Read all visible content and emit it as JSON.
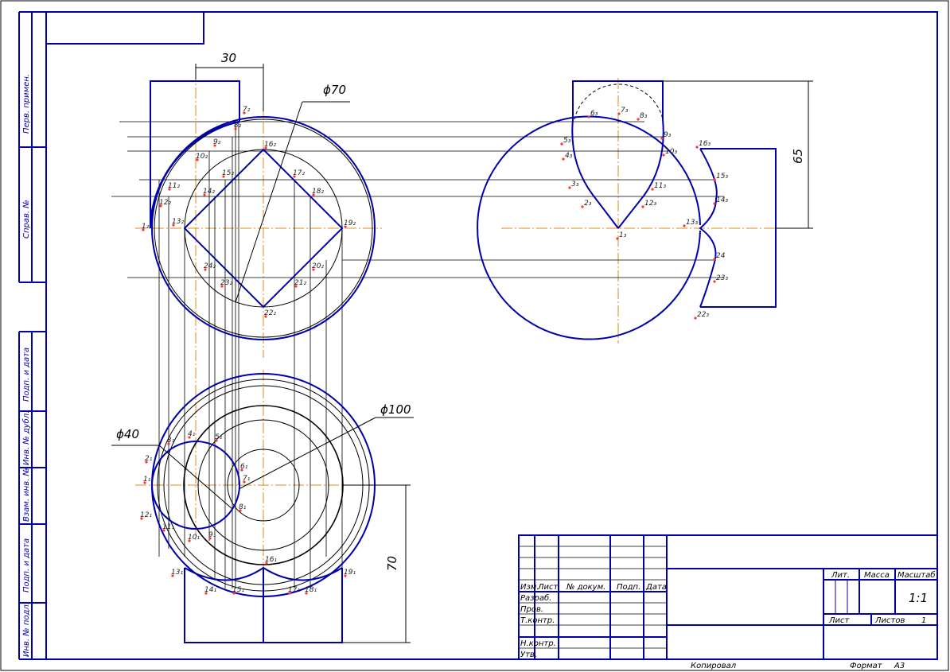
{
  "colors": {
    "frame": "#0000aa",
    "thin": "#000000",
    "axis": "#e08a1e",
    "points": "#ff3333"
  },
  "dimensions": {
    "d30": "30",
    "d70_diam": "ϕ70",
    "d65": "65",
    "d100_diam": "ϕ100",
    "d40_diam": "ϕ40",
    "d70_len": "70"
  },
  "side_stamp": {
    "perv_primen": "Перв. примен.",
    "sprav_no": "Справ. №",
    "podp_data_top": "Подп. и дата",
    "inv_dubl": "Инв. № дубл.",
    "vzam_inv": "Взам. инв. №",
    "podp_data_bottom": "Подп. и дата",
    "inv_podl": "Инв. № подл."
  },
  "title_block": {
    "izm": "Изм.",
    "list": "Лист",
    "n_dokum": "№ докум.",
    "podp": "Подп.",
    "data": "Дата",
    "razrab": "Разраб.",
    "prov": "Пров.",
    "tkontr": "Т.контр.",
    "nkontr": "Н.контр.",
    "utv": "Утв.",
    "lit": "Лит.",
    "massa": "Масса",
    "masshtab": "Масштаб",
    "scale_value": "1:1",
    "sheet_label": "Лист",
    "sheets_label": "Листов",
    "sheets_value": "1"
  },
  "footer": {
    "kopiroval": "Копировал",
    "format_label": "Формат",
    "format_value": "A3"
  },
  "front_view_points": [
    {
      "id": "1₂"
    },
    {
      "id": "7₂"
    },
    {
      "id": "8₂"
    },
    {
      "id": "9₂"
    },
    {
      "id": "10₂"
    },
    {
      "id": "11₂"
    },
    {
      "id": "12₂"
    },
    {
      "id": "13₂"
    },
    {
      "id": "14₂"
    },
    {
      "id": "15₂"
    },
    {
      "id": "16₂"
    },
    {
      "id": "17₂"
    },
    {
      "id": "18₂"
    },
    {
      "id": "19₂"
    },
    {
      "id": "20₂"
    },
    {
      "id": "21₂"
    },
    {
      "id": "22₂"
    },
    {
      "id": "23₂"
    },
    {
      "id": "24₂"
    }
  ],
  "side_view_points": [
    {
      "id": "1₃"
    },
    {
      "id": "2₃"
    },
    {
      "id": "3₃"
    },
    {
      "id": "4₃"
    },
    {
      "id": "5₃"
    },
    {
      "id": "6₃"
    },
    {
      "id": "7₃"
    },
    {
      "id": "8₃"
    },
    {
      "id": "9₃"
    },
    {
      "id": "10₃"
    },
    {
      "id": "11₃"
    },
    {
      "id": "12₃"
    },
    {
      "id": "13₃"
    },
    {
      "id": "14₃"
    },
    {
      "id": "15₃"
    },
    {
      "id": "16₃"
    },
    {
      "id": "22₃"
    },
    {
      "id": "23₃"
    },
    {
      "id": "24"
    }
  ],
  "top_view_points": [
    {
      "id": "1₁"
    },
    {
      "id": "2₁"
    },
    {
      "id": "3₁"
    },
    {
      "id": "4₁"
    },
    {
      "id": "5₁"
    },
    {
      "id": "6₁"
    },
    {
      "id": "7₁"
    },
    {
      "id": "8₁"
    },
    {
      "id": "9₁"
    },
    {
      "id": "10₁"
    },
    {
      "id": "11₁"
    },
    {
      "id": "12₁"
    },
    {
      "id": "13₁"
    },
    {
      "id": "14₁"
    },
    {
      "id": "15₁"
    },
    {
      "id": "16₁"
    },
    {
      "id": "17₁"
    },
    {
      "id": "18₁"
    },
    {
      "id": "19₁"
    }
  ]
}
